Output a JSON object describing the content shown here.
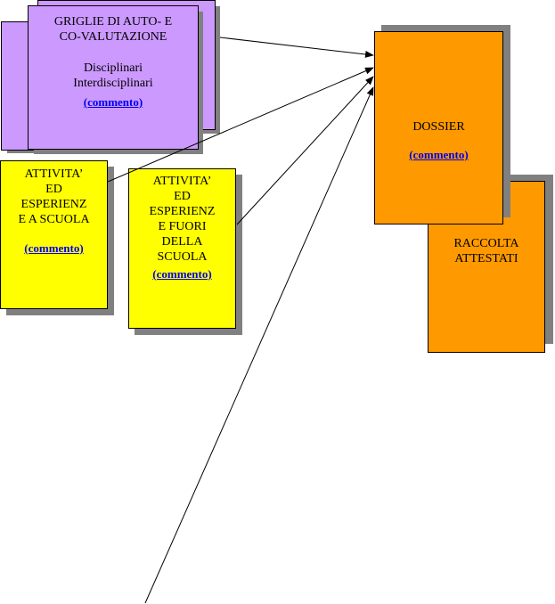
{
  "griglie": {
    "title_line1": "GRIGLIE DI AUTO- E",
    "title_line2": "CO-VALUTAZIONE",
    "line3": "Disciplinari",
    "line4": "Interdisciplinari",
    "link": "(commento)"
  },
  "attivita_scuola": {
    "lines": [
      "ATTIVITA’",
      "ED",
      "ESPERIENZ",
      "E A SCUOLA"
    ],
    "link": "(commento)"
  },
  "attivita_fuori": {
    "lines": [
      "ATTIVITA’",
      "ED",
      "ESPERIENZ",
      "E FUORI",
      "DELLA",
      "SCUOLA"
    ],
    "link": "(commento)"
  },
  "dossier": {
    "title": "DOSSIER",
    "link": "(commento)"
  },
  "raccolta": {
    "line1": "RACCOLTA",
    "line2": "ATTESTATI"
  },
  "colors": {
    "purple": "#cc99ff",
    "yellow": "#ffff00",
    "orange": "#ff9900",
    "shadow": "#808080",
    "link": "#0000ee"
  }
}
